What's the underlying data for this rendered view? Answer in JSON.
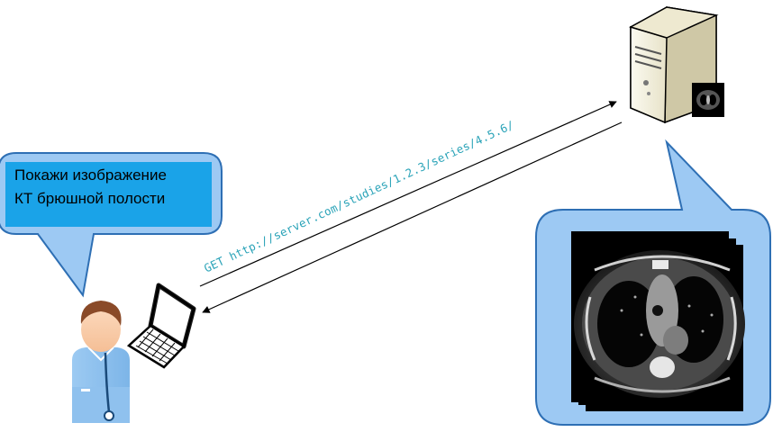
{
  "speech_bubble": {
    "line1": "Покажи изображение",
    "line2": "КТ брюшной полости"
  },
  "request": {
    "label": "GET http://server.com/studies/1.2.3/series/4.5.6/"
  },
  "colors": {
    "bubble_fill": "#9dc9f3",
    "bubble_stroke": "#2e6fb4",
    "text_box_fill": "#1aa3e8",
    "url_text": "#2aa3b8",
    "arrow": "#000000"
  },
  "icons": {
    "doctor": "doctor-icon",
    "laptop": "laptop-icon",
    "server": "server-icon",
    "ct_images": "ct-scan-image"
  }
}
